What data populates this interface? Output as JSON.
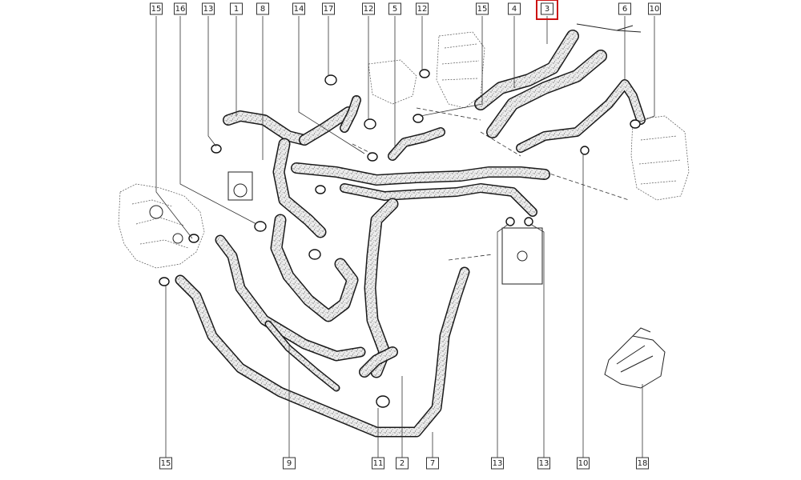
{
  "diagram": {
    "callouts": [
      {
        "id": "c-15-top",
        "label": "15"
      },
      {
        "id": "c-16",
        "label": "16"
      },
      {
        "id": "c-13-a",
        "label": "13"
      },
      {
        "id": "c-1",
        "label": "1"
      },
      {
        "id": "c-8",
        "label": "8"
      },
      {
        "id": "c-14",
        "label": "14"
      },
      {
        "id": "c-17",
        "label": "17"
      },
      {
        "id": "c-12-a",
        "label": "12"
      },
      {
        "id": "c-5",
        "label": "5"
      },
      {
        "id": "c-12-b",
        "label": "12"
      },
      {
        "id": "c-15-b",
        "label": "15"
      },
      {
        "id": "c-4",
        "label": "4"
      },
      {
        "id": "c-3",
        "label": "3"
      },
      {
        "id": "c-6",
        "label": "6"
      },
      {
        "id": "c-10-top",
        "label": "10"
      },
      {
        "id": "c-15-bottom",
        "label": "15"
      },
      {
        "id": "c-9",
        "label": "9"
      },
      {
        "id": "c-11",
        "label": "11"
      },
      {
        "id": "c-2",
        "label": "2"
      },
      {
        "id": "c-7",
        "label": "7"
      },
      {
        "id": "c-13-b",
        "label": "13"
      },
      {
        "id": "c-13-c",
        "label": "13"
      },
      {
        "id": "c-10-bottom",
        "label": "10"
      },
      {
        "id": "c-18",
        "label": "18"
      }
    ],
    "highlight_color": "#cc1111",
    "highlighted_label": "3"
  }
}
